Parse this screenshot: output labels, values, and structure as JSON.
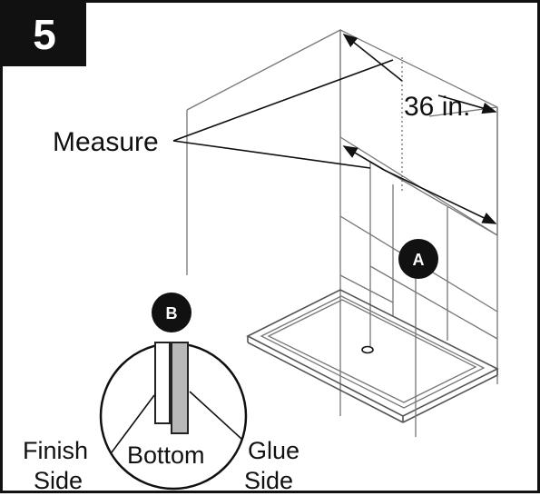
{
  "step": {
    "number": "5"
  },
  "labels": {
    "measure": "Measure",
    "dimension": "36 in.",
    "callout_a": "A",
    "callout_b": "B",
    "finish_side_line1": "Finish",
    "finish_side_line2": "Side",
    "bottom": "Bottom",
    "glue_side_line1": "Glue",
    "glue_side_line2": "Side"
  },
  "icons": {
    "shower_enclosure": "shower-enclosure-illustration",
    "detail_magnifier": "panel-edge-detail-circle"
  }
}
